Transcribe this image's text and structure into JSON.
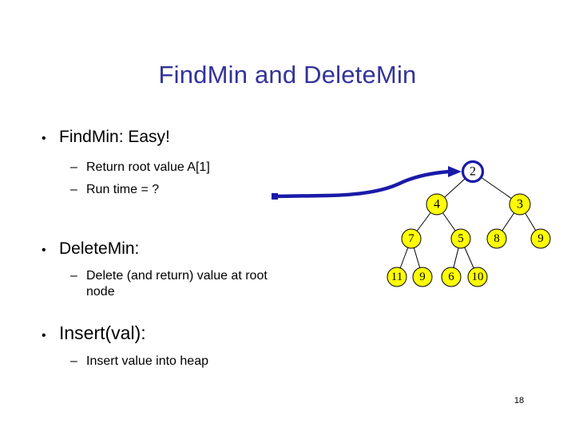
{
  "slide": {
    "title": "FindMin and DeleteMin",
    "title_color": "#333399",
    "page_number": "18",
    "background_color": "#ffffff"
  },
  "outline": {
    "bullet_marker": "•",
    "dash_marker": "–",
    "items": [
      {
        "label": "FindMin: Easy!",
        "sub": [
          "Return root value A[1]",
          "Run time = ?"
        ]
      },
      {
        "label": "DeleteMin:",
        "sub": [
          "Delete (and return) value at root node"
        ]
      },
      {
        "label": "Insert(val):",
        "sub": [
          "Insert value into heap"
        ]
      }
    ]
  },
  "heap_diagram": {
    "node_fill": "#ffff00",
    "node_stroke": "#000000",
    "highlight_stroke": "#1a1aa8",
    "highlight_fill": "#ffffff",
    "edge_color": "#000000",
    "arrow_color": "#1a1aa8",
    "levels": [
      {
        "level": 1,
        "nodes": [
          {
            "value": "2",
            "highlighted": true
          }
        ]
      },
      {
        "level": 2,
        "nodes": [
          {
            "value": "4",
            "highlighted": false
          },
          {
            "value": "3",
            "highlighted": false
          }
        ]
      },
      {
        "level": 3,
        "nodes": [
          {
            "value": "7",
            "highlighted": false
          },
          {
            "value": "5",
            "highlighted": false
          },
          {
            "value": "8",
            "highlighted": false
          },
          {
            "value": "9",
            "highlighted": false
          }
        ]
      },
      {
        "level": 4,
        "nodes": [
          {
            "value": "11",
            "highlighted": false
          },
          {
            "value": "9",
            "highlighted": false
          },
          {
            "value": "6",
            "highlighted": false
          },
          {
            "value": "10",
            "highlighted": false
          }
        ]
      }
    ],
    "node_values": {
      "root": "2",
      "l2_left": "4",
      "l2_right": "3",
      "l3_a": "7",
      "l3_b": "5",
      "l3_c": "8",
      "l3_d": "9",
      "l4_a": "11",
      "l4_b": "9",
      "l4_c": "6",
      "l4_d": "10"
    },
    "annotation": "arrow points from Run time bullet to root node"
  }
}
